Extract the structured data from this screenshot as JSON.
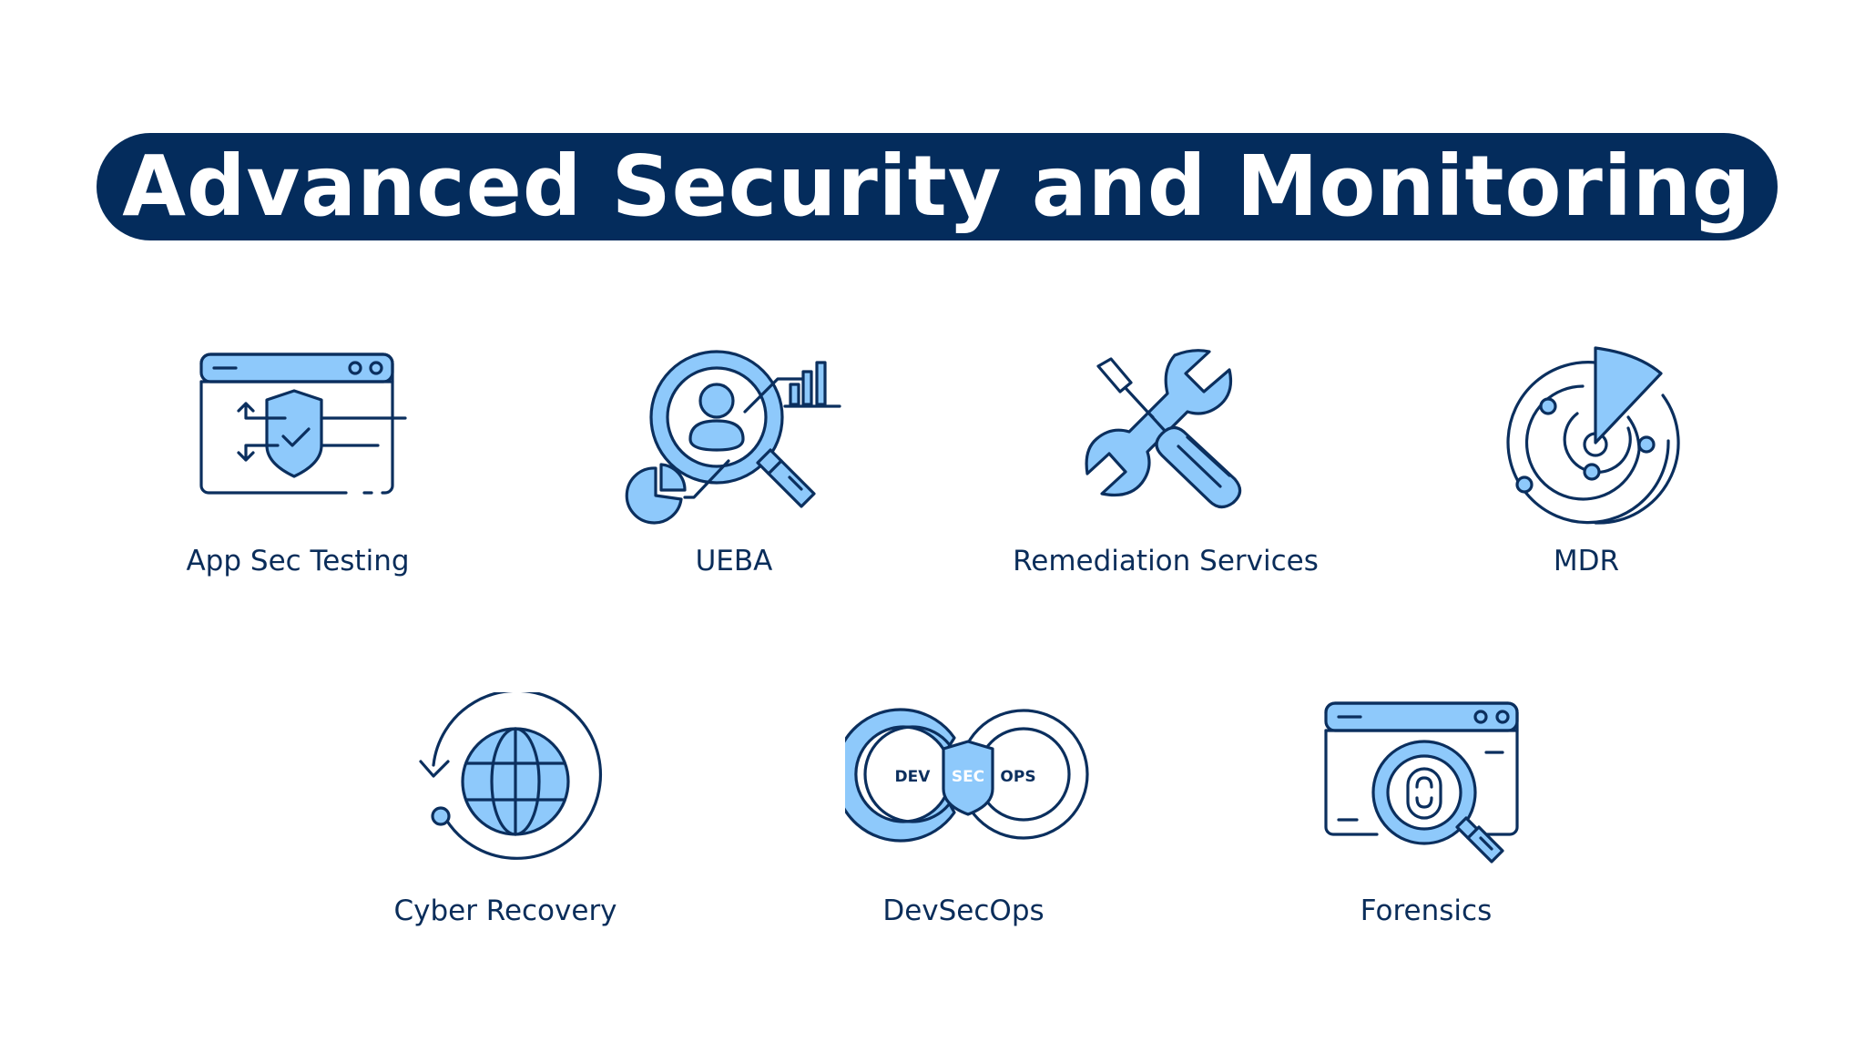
{
  "banner": {
    "title": "Advanced Security and Monitoring"
  },
  "colors": {
    "banner_bg": "#042c5c",
    "text": "#0a2d5a",
    "icon_fill": "#8ec9fb",
    "icon_stroke": "#0b2f5e"
  },
  "items": [
    {
      "label": "App Sec Testing",
      "icon": "browser-shield-check-icon"
    },
    {
      "label": "UEBA",
      "icon": "magnifier-user-analytics-icon"
    },
    {
      "label": "Remediation Services",
      "icon": "wrench-screwdriver-icon"
    },
    {
      "label": "MDR",
      "icon": "radar-icon"
    },
    {
      "label": "Cyber Recovery",
      "icon": "globe-recovery-arrow-icon"
    },
    {
      "label": "DevSecOps",
      "icon": "devsecops-infinity-shield-icon",
      "badge_left": "DEV",
      "badge_center": "SEC",
      "badge_right": "OPS"
    },
    {
      "label": "Forensics",
      "icon": "browser-fingerprint-magnifier-icon"
    }
  ]
}
